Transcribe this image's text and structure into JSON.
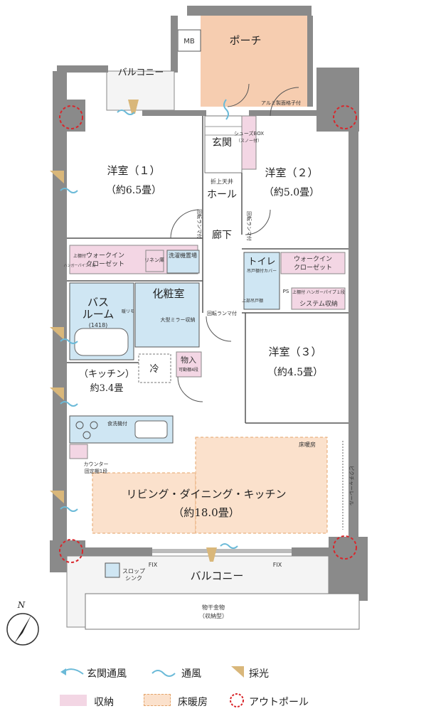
{
  "rooms": {
    "porch": "ポーチ",
    "mb": "MB",
    "balcony_top": "バルコニー",
    "alumi_note": "アルミ製面格子付",
    "entrance": "玄関",
    "shoebox": "シューズBOX",
    "shoebox_sub": "（スノー付）",
    "ceiling_note": "折上天井",
    "hall": "ホール",
    "corridor": "廊下",
    "western1": "洋室（１）",
    "western1_size": "（約6.5畳）",
    "western2": "洋室（２）",
    "western2_size": "（約5.0畳）",
    "western3": "洋室（３）",
    "western3_size": "（約4.5畳）",
    "lanma1": "回転ランマ付",
    "lanma2": "回転ランマ付",
    "lanma3": "回転ランマ付",
    "wic_left": "ウォークイン",
    "wic_left2": "クローゼット",
    "wic_right": "ウォークイン",
    "wic_right2": "クローゼット",
    "shelf_note": "上棚付",
    "hanger_note": "ハンガーパイプ１段",
    "toilet": "トイレ",
    "toilet_note": "吊戸棚付カバー",
    "toilet_note2": "上部吊戸棚",
    "system_storage": "システム収納",
    "system_note": "上棚付 ハンガーパイプ１段",
    "ps": "PS",
    "linen": "リネン庫",
    "washer": "洗濯機置場",
    "vanity": "化粧室",
    "mirror": "大型ミラー収納",
    "bath": "バス",
    "bath2": "ルーム",
    "bath_size": "(1418)",
    "bath_note": "暖リモ",
    "storage": "物入",
    "storage_note": "可動棚4段",
    "fridge": "冷",
    "kitchen": "（キッチン）",
    "kitchen_size": "約3.4畳",
    "dishwasher": "食洗機付",
    "counter": "カウンター",
    "counter_note": "固定棚1段",
    "floor_heat": "床暖房",
    "picture_rail": "ピクチャーレール",
    "ldk": "リビング・ダイニング・キッチン",
    "ldk_size": "（約18.0畳）",
    "fix1": "FIX",
    "fix2": "FIX",
    "balcony_bottom": "バルコニー",
    "slop": "スロップ",
    "slop2": "シンク",
    "laundry": "物干金物",
    "laundry2": "（収納型）",
    "north": "N"
  },
  "legend": {
    "entrance_wind": "玄関通風",
    "wind": "通風",
    "light": "採光",
    "storage": "収納",
    "floor_heating": "床暖房",
    "outpole": "アウトポール"
  },
  "colors": {
    "storage": "#f3d6e4",
    "floor_heating": "#fbe1cc",
    "wet_area": "#cfe6f3",
    "porch": "#f6cdb0",
    "wind": "#6bbad8",
    "light": "#d9b77a",
    "outpole": "#d9262b",
    "wall": "#8a8a8a"
  }
}
